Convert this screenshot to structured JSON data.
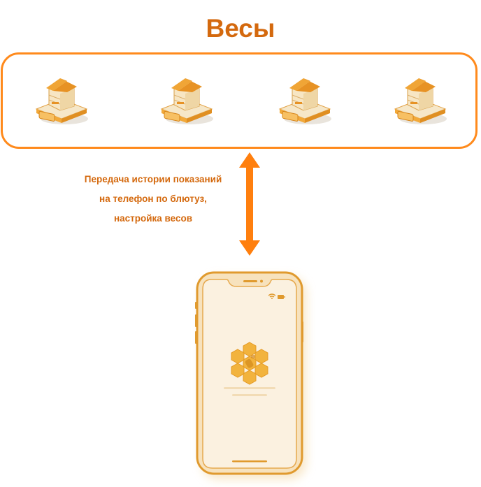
{
  "title": "Весы",
  "scales": {
    "items": [
      {
        "name": "scale-1",
        "label": "hive-on-scale"
      },
      {
        "name": "scale-2",
        "label": "hive-on-scale"
      },
      {
        "name": "scale-3",
        "label": "hive-on-scale"
      },
      {
        "name": "scale-4",
        "label": "hive-on-scale"
      }
    ]
  },
  "caption": {
    "line1": "Передача истории показаний",
    "line2": "на телефон по блютуз,",
    "line3": "настройка весов"
  },
  "arrow": {
    "icon": "double-arrow-vertical",
    "color": "#ff7f0e"
  },
  "phone": {
    "status_icons": [
      "wifi-icon",
      "battery-icon"
    ],
    "app_icon": "honeycomb-bee-icon"
  },
  "colors": {
    "title": "#d4690e",
    "border": "#ff8a1c",
    "arrow": "#ff7f0e",
    "phone_frame": "#e09a2e",
    "phone_screen": "#fbf1e0",
    "honey": "#f2b33d"
  }
}
